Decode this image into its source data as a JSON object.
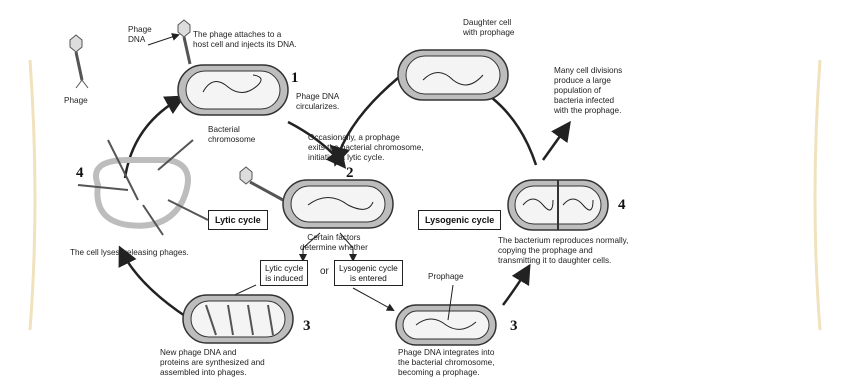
{
  "colors": {
    "watermark": "#f2e6c4",
    "cell_fill": "#bdbdbd",
    "cell_inner": "#f4f4f4",
    "arrow": "#222222",
    "phage": "#555555"
  },
  "labels": {
    "phage_dna": "Phage\nDNA",
    "phage": "Phage",
    "attach": "The phage attaches to a\nhost cell and injects its DNA.",
    "circularizes": "Phage DNA\ncircularizes.",
    "bacterial_chromosome": "Bacterial\nchromosome",
    "daughter_cell": "Daughter cell\nwith prophage",
    "many_divisions": "Many cell divisions\nproduce a large\npopulation of\nbacteria infected\nwith the prophage.",
    "occasionally": "Occasionally, a prophage\nexits the bacterial chromosome,\ninitiating a lytic cycle.",
    "certain_factors": "Certain factors\ndetermine whether",
    "cell_lyses": "The cell lyses, releasing phages.",
    "reproduces": "The bacterium reproduces normally,\ncopying the prophage and\ntransmitting it to daughter cells.",
    "or": "or",
    "prophage": "Prophage",
    "new_phage": "New phage DNA and\nproteins are synthesized and\nassembled into phages.",
    "integrates": "Phage DNA integrates into\nthe bacterial chromosome,\nbecoming a prophage."
  },
  "boxes": {
    "lytic_cycle": "Lytic cycle",
    "lysogenic_cycle": "Lysogenic cycle",
    "lytic_induced": "Lytic cycle\nis induced",
    "lysogenic_entered": "Lysogenic cycle\nis entered"
  },
  "steps": {
    "s1": "1",
    "s2": "2",
    "s3_left": "3",
    "s3_right": "3",
    "s4_left": "4",
    "s4_right": "4"
  }
}
